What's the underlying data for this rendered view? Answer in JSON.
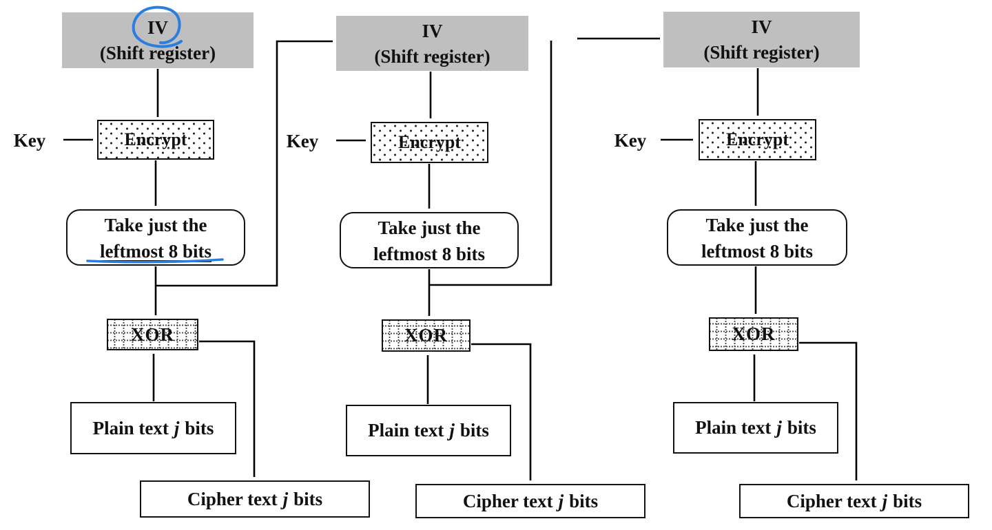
{
  "diagram": {
    "kind": "cipher-feedback-mode-encryption-flow",
    "stage_count": 3
  },
  "colors": {
    "iv_box_fill": "#bfbfbf",
    "line_color": "#000000",
    "annotation_blue": "#2a7de1",
    "background": "#ffffff"
  },
  "annotations": {
    "circled_text": "IV",
    "circle_color": "#2a7de1",
    "underlined_text": "leftmost 8 bits",
    "underline_color": "#2a7de1"
  },
  "columns": [
    {
      "iv": {
        "line1": "IV",
        "line2": "(Shift register)"
      },
      "key_label": "Key",
      "encrypt_label": "Encrypt",
      "take": {
        "line1": "Take just the",
        "line2": "leftmost 8 bits"
      },
      "xor_label": "XOR",
      "plaintext": {
        "pre": "Plain text",
        "var": "j",
        "post": "bits"
      },
      "ciphertext": {
        "pre": "Cipher text",
        "var": "j",
        "post": "bits"
      }
    },
    {
      "iv": {
        "line1": "IV",
        "line2": "(Shift register)"
      },
      "key_label": "Key",
      "encrypt_label": "Encrypt",
      "take": {
        "line1": "Take just the",
        "line2": "leftmost 8 bits"
      },
      "xor_label": "XOR",
      "plaintext": {
        "pre": "Plain text",
        "var": "j",
        "post": "bits"
      },
      "ciphertext": {
        "pre": "Cipher text",
        "var": "j",
        "post": "bits"
      }
    },
    {
      "iv": {
        "line1": "IV",
        "line2": "(Shift register)"
      },
      "key_label": "Key",
      "encrypt_label": "Encrypt",
      "take": {
        "line1": "Take just the",
        "line2": "leftmost 8 bits"
      },
      "xor_label": "XOR",
      "plaintext": {
        "pre": "Plain text",
        "var": "j",
        "post": "bits"
      },
      "ciphertext": {
        "pre": "Cipher text",
        "var": "j",
        "post": "bits"
      }
    }
  ]
}
